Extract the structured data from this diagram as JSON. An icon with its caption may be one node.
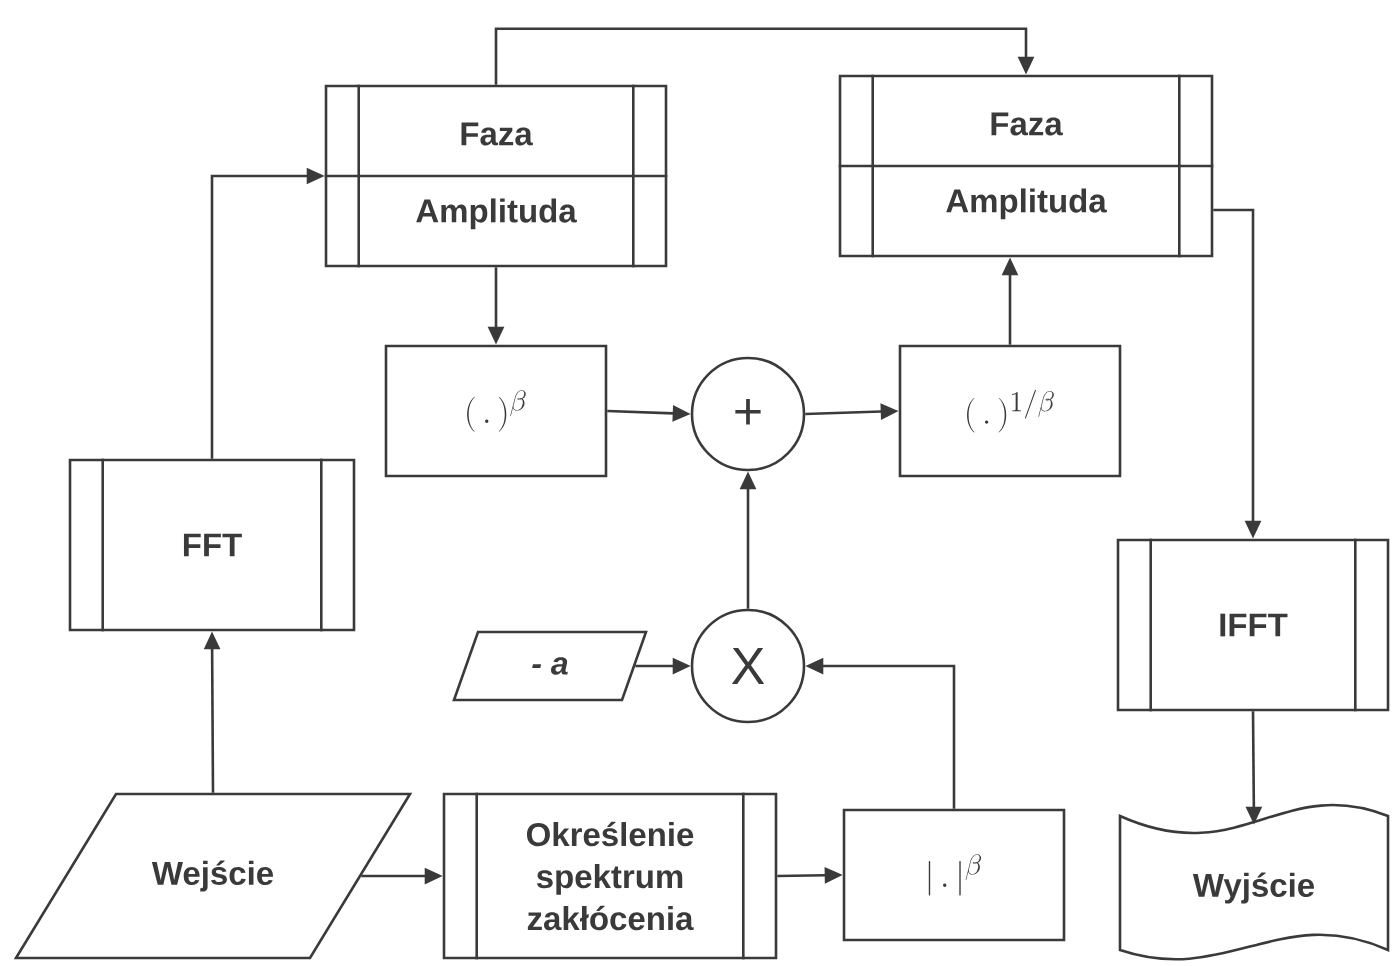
{
  "diagram": {
    "nodes": [
      {
        "text": [
          "Faza",
          "Amplituda"
        ]
      },
      {
        "text": [
          "Faza",
          "Amplituda"
        ]
      },
      {
        "text": [
          "(\\,.\\,)^{\\beta}"
        ]
      },
      {
        "text": [
          "+"
        ]
      },
      {
        "text": [
          "(\\,.\\,)^{1/\\beta}"
        ]
      },
      {
        "text": [
          "FFT"
        ]
      },
      {
        "text": [
          "X"
        ]
      },
      {
        "text": [
          "- a"
        ]
      },
      {
        "text": [
          "Wejście"
        ]
      },
      {
        "text": [
          "Określenie spektrum zakłócenia"
        ]
      },
      {
        "text": [
          "|\\,.\\,|^{\\beta}"
        ]
      },
      {
        "text": [
          "IFFT"
        ]
      },
      {
        "text": [
          "Wyjście"
        ]
      }
    ],
    "edges": [
      {
        "from": 8,
        "to": 5,
        "arrow": "to"
      },
      {
        "from": 5,
        "to": 0,
        "arrow": "to"
      },
      {
        "from": 0,
        "to": 1,
        "arrow": "to"
      },
      {
        "from": 0,
        "to": 2,
        "arrow": "to"
      },
      {
        "from": 2,
        "to": 3,
        "arrow": "to"
      },
      {
        "from": 3,
        "to": 4,
        "arrow": "to"
      },
      {
        "from": 4,
        "to": 1,
        "arrow": "to"
      },
      {
        "from": 1,
        "to": 11,
        "arrow": "to"
      },
      {
        "from": 11,
        "to": 12,
        "arrow": "to"
      },
      {
        "from": 8,
        "to": 9,
        "arrow": "to"
      },
      {
        "from": 9,
        "to": 10,
        "arrow": "to"
      },
      {
        "from": 10,
        "to": 6,
        "arrow": "to"
      },
      {
        "from": 7,
        "to": 6,
        "arrow": "to"
      },
      {
        "from": 6,
        "to": 3,
        "arrow": "to"
      }
    ]
  }
}
